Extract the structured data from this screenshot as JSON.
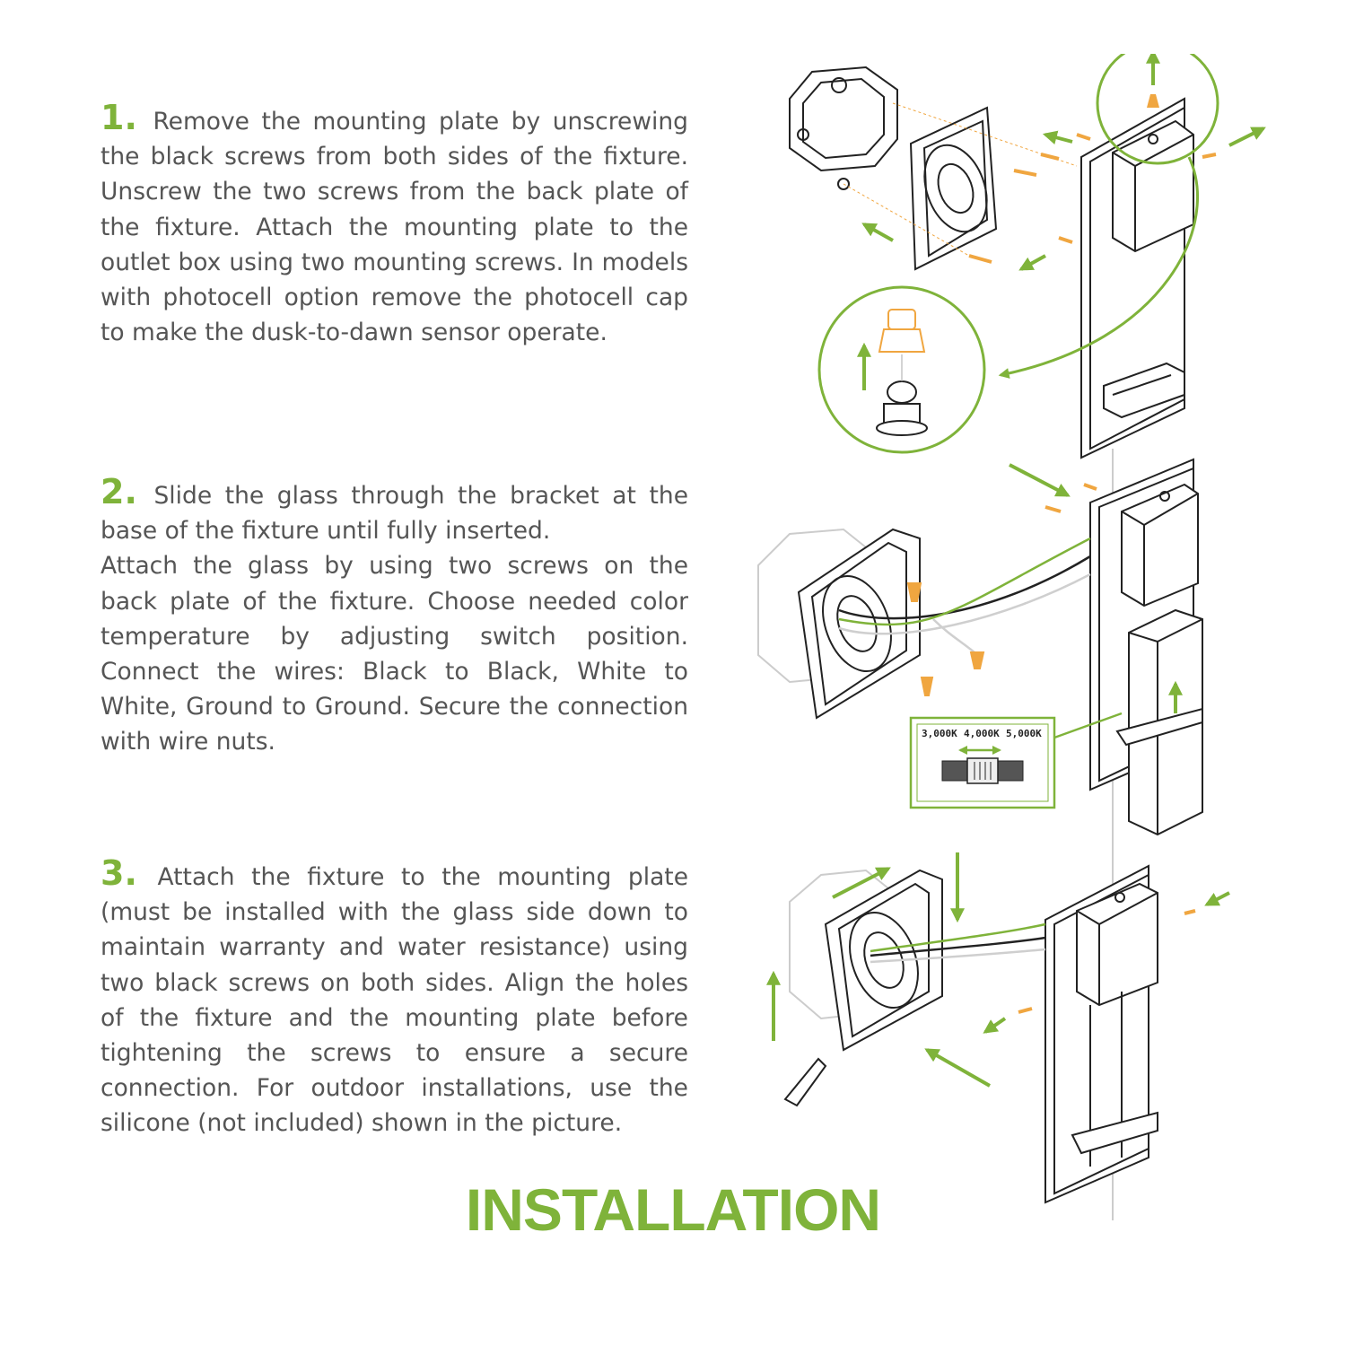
{
  "steps": [
    {
      "number": "1.",
      "paragraphs": [
        "Remove the mounting plate by unscrewing the black screws from both sides of the fixture. Unscrew the two screws from the back plate of the fixture. Attach the mounting plate to the outlet box using two mounting screws. In models with photocell option remove the photocell cap to make the dusk-to-dawn sensor operate."
      ]
    },
    {
      "number": "2.",
      "paragraphs": [
        "Slide the glass through the bracket at the base of the fixture until fully inserted.",
        "Attach the glass by using two screws on the back plate of the fixture. Choose needed color temperature by adjusting switch position. Connect the wires: Black to Black, White to White, Ground to Ground. Secure the connection with wire nuts."
      ]
    },
    {
      "number": "3.",
      "paragraphs": [
        "Attach the fixture to the mounting plate (must be installed with the glass side down to maintain warranty and water resistance) using two black screws on both sides. Align the holes of the fixture and the mounting plate before tightening the screws to ensure a secure connection. For outdoor installations, use the silicone (not included) shown in the picture."
      ]
    }
  ],
  "title": "INSTALLATION",
  "color_switch": {
    "labels": [
      "3,000K",
      "4,000K",
      "5,000K"
    ]
  },
  "colors": {
    "accent_green": "#7fb33a",
    "text_gray": "#555555",
    "screw_orange": "#f0a640",
    "line_black": "#222222"
  }
}
